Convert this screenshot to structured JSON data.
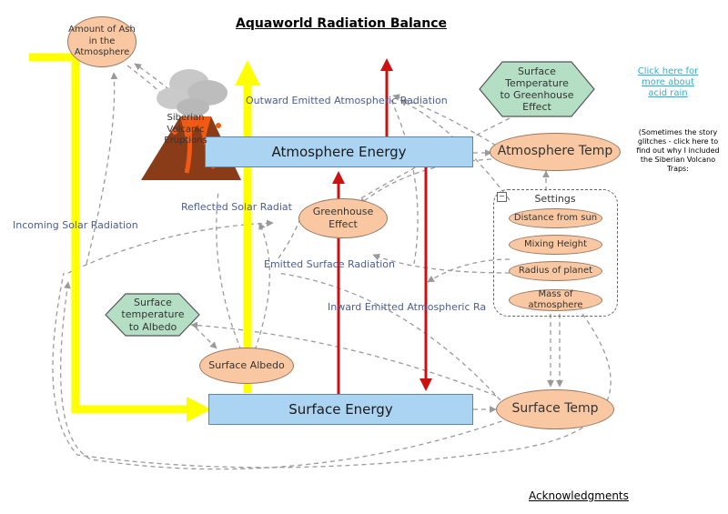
{
  "title": "Aquaworld Radiation Balance",
  "stocks": {
    "atmosphere_energy": "Atmosphere Energy",
    "surface_energy": "Surface Energy"
  },
  "flows": {
    "incoming_solar": "Incoming Solar Radiation",
    "reflected_solar": "Reflected Solar Radiat",
    "outward_emitted": "Outward Emitted Atmospheric Radiation",
    "emitted_surface": "Emitted Surface Radiation",
    "inward_emitted": "Inward Emitted Atmospheric Ra"
  },
  "variables": {
    "ash": "Amount of Ash in the Atmosphere",
    "atmosphere_temp": "Atmosphere Temp",
    "surface_temp": "Surface Temp",
    "greenhouse_effect": "Greenhouse Effect",
    "surface_albedo": "Surface Albedo",
    "volcanic": "Siberian Volcanic Eruptions"
  },
  "converters": {
    "surface_temp_greenhouse": "Surface Temperature to Greenhouse Effect",
    "surface_temp_albedo": "Surface temperature to Albedo"
  },
  "settings": {
    "title": "Settings",
    "items": [
      "Distance from sun",
      "Mixing Height",
      "Radius of planet",
      "Mass of atmosphere"
    ],
    "collapse_glyph": "−"
  },
  "links": {
    "acid_rain": "Click here for more about acid rain",
    "note": "(Sometimes the story glitches - click here to find out why I included the Siberian Volcano Traps:",
    "acknowledgments": "Acknowledgments"
  },
  "colors": {
    "solar": "#ffff00",
    "emitted": "#cc1111",
    "stock_fill": "#aad4f2",
    "variable_fill": "#f9c8a2",
    "converter_fill": "#b5dfc5",
    "connector": "#9a9a9a"
  }
}
